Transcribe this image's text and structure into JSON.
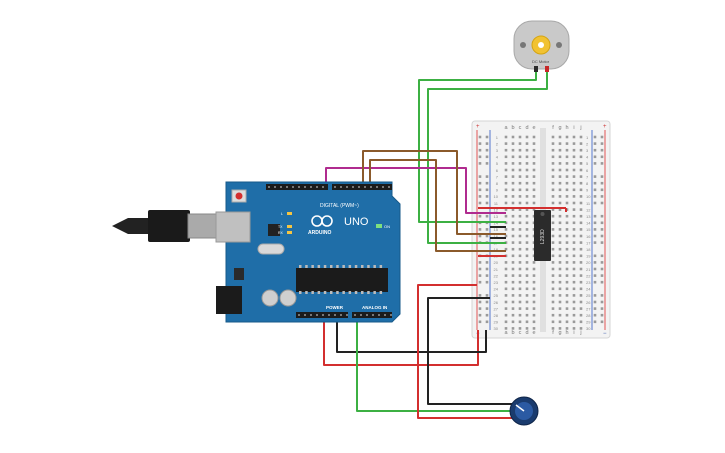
{
  "motor": {
    "label": "DC Motor"
  },
  "arduino": {
    "brand": "ARDUINO",
    "model": "UNO",
    "digital_label": "DIGITAL (PWM~)",
    "power_label": "POWER",
    "analog_label": "ANALOG IN",
    "on_label": "ON",
    "tx_label": "TX",
    "rx_label": "RX",
    "l_label": "L"
  },
  "breadboard": {
    "columns_left": [
      "a",
      "b",
      "c",
      "d",
      "e"
    ],
    "columns_right": [
      "f",
      "g",
      "h",
      "i",
      "j"
    ],
    "row_numbers": [
      "1",
      "2",
      "3",
      "4",
      "5",
      "6",
      "7",
      "8",
      "9",
      "10",
      "11",
      "12",
      "13",
      "14",
      "15",
      "16",
      "17",
      "18",
      "19",
      "20",
      "21",
      "22",
      "23",
      "24",
      "25",
      "26",
      "27",
      "28",
      "29",
      "30"
    ],
    "plus": "+",
    "minus": "−"
  },
  "chip": {
    "label": "L293D"
  },
  "colors": {
    "wire_green": "#3cb043",
    "wire_red": "#d32f2f",
    "wire_black": "#222222",
    "wire_magenta": "#b02b8f",
    "wire_brown": "#8b5a2b",
    "board_blue": "#1f6ea8",
    "breadboard": "#f2f2f2"
  }
}
